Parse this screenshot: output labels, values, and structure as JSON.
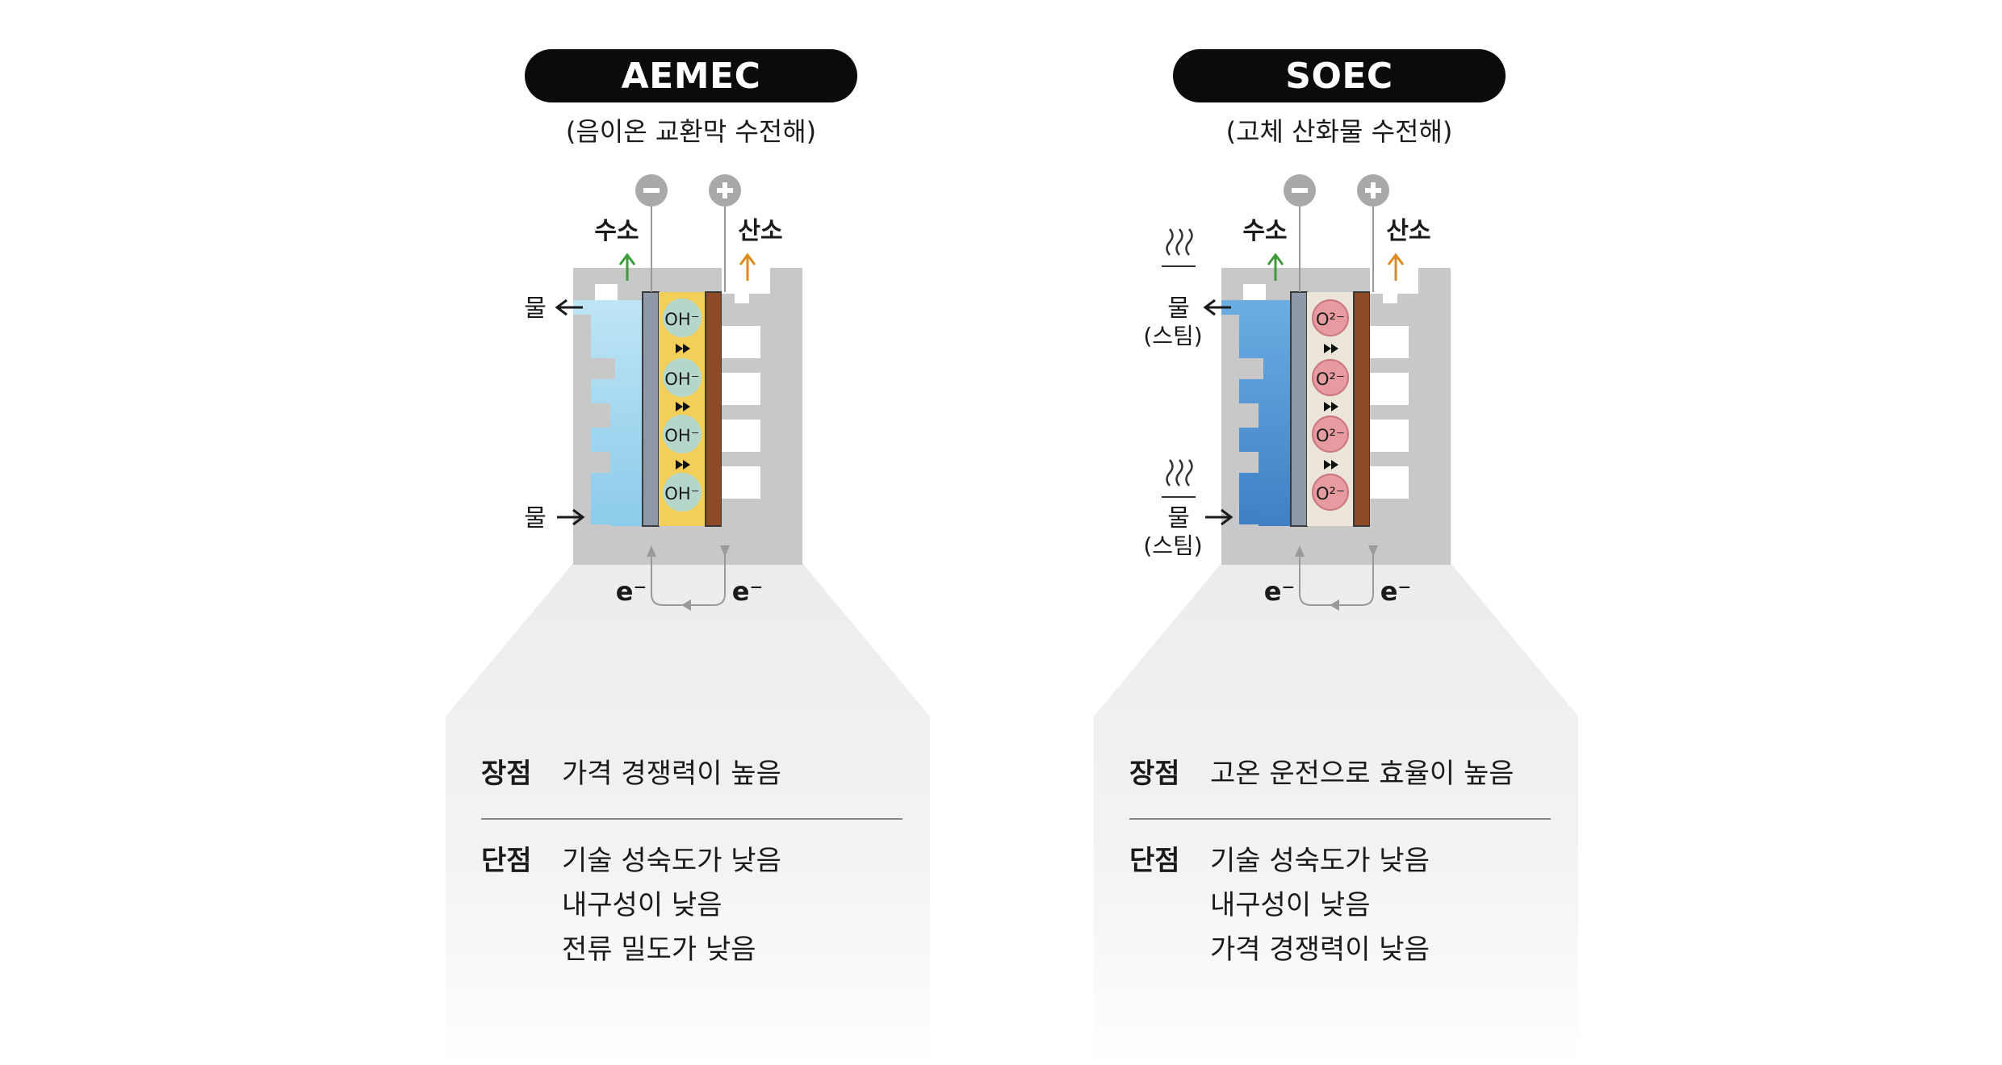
{
  "panels": [
    {
      "title": "AEMEC",
      "subtitle": "(음이온 교환막 수전해)",
      "electrode_negative": "−",
      "electrode_positive": "+",
      "gas_cathode": "수소",
      "gas_anode": "산소",
      "water_out": "물",
      "water_in": "물",
      "ion_label": "OH⁻",
      "electron_left": "e⁻",
      "electron_right": "e⁻",
      "membrane_color": "#f1cf59",
      "ion_color": "#b5d7c9",
      "water_color": "#a6d8ef",
      "advantages_label": "장점",
      "advantages": [
        "가격 경쟁력이 높음"
      ],
      "disadvantages_label": "단점",
      "disadvantages": [
        "기술 성숙도가 낮음",
        "내구성이 낮음",
        "전류 밀도가 낮음"
      ]
    },
    {
      "title": "SOEC",
      "subtitle": "(고체 산화물 수전해)",
      "electrode_negative": "−",
      "electrode_positive": "+",
      "gas_cathode": "수소",
      "gas_anode": "산소",
      "water_out": "물",
      "water_out_sub": "(스팀)",
      "water_in": "물",
      "water_in_sub": "(스팀)",
      "ion_label": "O²⁻",
      "electron_left": "e⁻",
      "electron_right": "e⁻",
      "membrane_color": "#ece5da",
      "ion_color": "#e79aa0",
      "water_color": "#5b9fd8",
      "advantages_label": "장점",
      "advantages": [
        "고온 운전으로 효율이 높음"
      ],
      "disadvantages_label": "단점",
      "disadvantages": [
        "기술 성숙도가 낮음",
        "내구성이 낮음",
        "가격 경쟁력이 낮음"
      ]
    }
  ]
}
